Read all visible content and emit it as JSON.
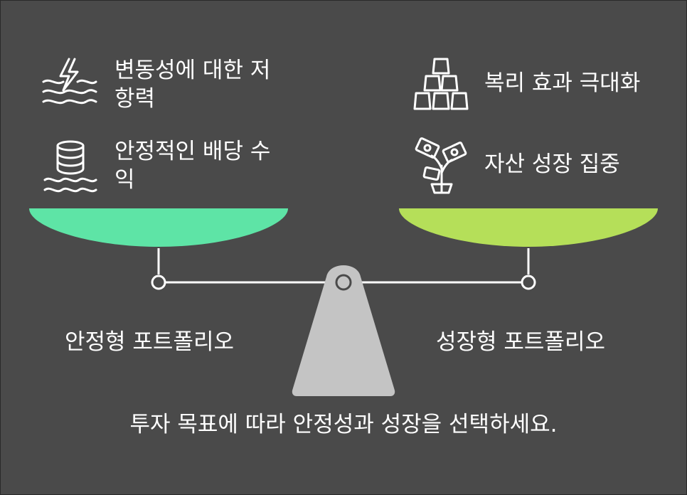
{
  "left": {
    "benefit1": {
      "line1": "변동성에 대한 저",
      "line2": "항력",
      "icon": "lightning-waves-icon"
    },
    "benefit2": {
      "line1": "안정적인 배당 수",
      "line2": "익",
      "icon": "coin-stack-water-icon"
    },
    "label": "안정형 포트폴리오",
    "pan_color": "#5ee4a6"
  },
  "right": {
    "benefit1": {
      "text": "복리 효과 극대화",
      "icon": "stacked-gold-bars-icon"
    },
    "benefit2": {
      "text": "자산 성장 집중",
      "icon": "money-plant-icon"
    },
    "label": "성장형 포트폴리오",
    "pan_color": "#b5df59"
  },
  "footer": "투자 목표에 따라 안정성과 성장을 선택하세요.",
  "colors": {
    "background": "#4a4a4a",
    "line": "#ffffff",
    "base": "#c4c4c4"
  }
}
